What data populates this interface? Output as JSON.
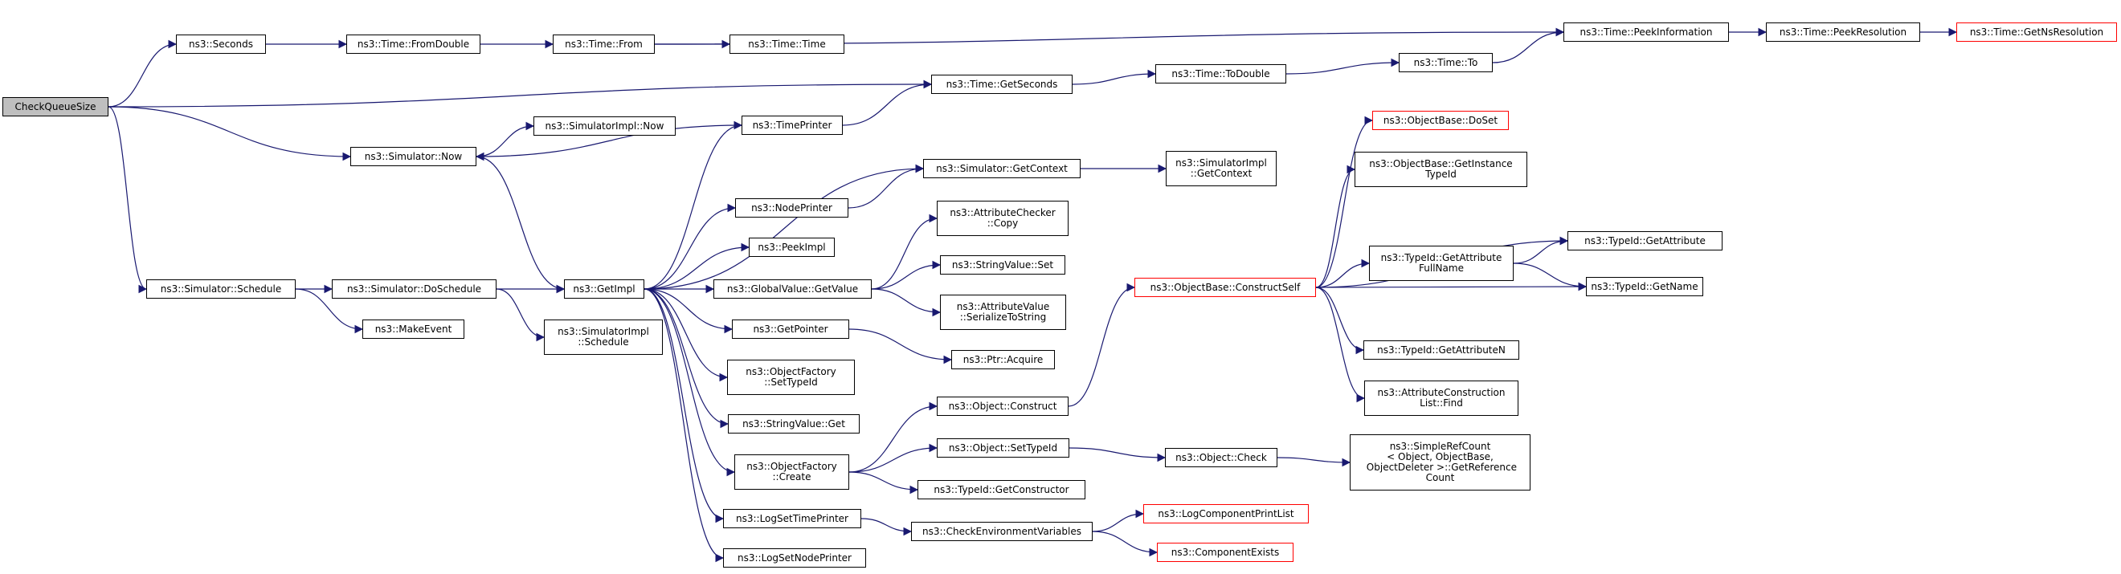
{
  "colors": {
    "edge": "#191970",
    "node_border": "#000000",
    "root_fill": "#bfbfbf",
    "truncated_border": "#ff0000"
  },
  "nodes": {
    "check_queue_size": "CheckQueueSize",
    "seconds": "ns3::Seconds",
    "time_from_double": "ns3::Time::FromDouble",
    "time_from": "ns3::Time::From",
    "time_time": "ns3::Time::Time",
    "time_peek_information": "ns3::Time::PeekInformation",
    "time_peek_resolution": "ns3::Time::PeekResolution",
    "time_get_ns_resolution": "ns3::Time::GetNsResolution",
    "time_get_seconds": "ns3::Time::GetSeconds",
    "time_to_double": "ns3::Time::ToDouble",
    "time_to": "ns3::Time::To",
    "simulator_now": "ns3::Simulator::Now",
    "simulator_impl_now": "ns3::SimulatorImpl::Now",
    "time_printer": "ns3::TimePrinter",
    "simulator_get_context": "ns3::Simulator::GetContext",
    "simulator_impl_get_context": "ns3::SimulatorImpl\n::GetContext",
    "node_printer": "ns3::NodePrinter",
    "peek_impl": "ns3::PeekImpl",
    "attribute_checker_copy": "ns3::AttributeChecker\n::Copy",
    "global_value_get_value": "ns3::GlobalValue::GetValue",
    "string_value_set": "ns3::StringValue::Set",
    "attribute_value_serialize": "ns3::AttributeValue\n::SerializeToString",
    "simulator_schedule": "ns3::Simulator::Schedule",
    "simulator_do_schedule": "ns3::Simulator::DoSchedule",
    "get_impl": "ns3::GetImpl",
    "make_event": "ns3::MakeEvent",
    "simulator_impl_schedule": "ns3::SimulatorImpl\n::Schedule",
    "get_pointer": "ns3::GetPointer",
    "ptr_acquire": "ns3::Ptr::Acquire",
    "object_factory_set_type_id": "ns3::ObjectFactory\n::SetTypeId",
    "string_value_get": "ns3::StringValue::Get",
    "object_construct": "ns3::Object::Construct",
    "object_factory_create": "ns3::ObjectFactory\n::Create",
    "object_set_type_id": "ns3::Object::SetTypeId",
    "type_id_get_constructor": "ns3::TypeId::GetConstructor",
    "object_check": "ns3::Object::Check",
    "simple_ref_count": "ns3::SimpleRefCount\n< Object, ObjectBase,\n ObjectDeleter >::GetReference\nCount",
    "log_set_time_printer": "ns3::LogSetTimePrinter",
    "check_environment_variables": "ns3::CheckEnvironmentVariables",
    "log_component_print_list": "ns3::LogComponentPrintList",
    "component_exists": "ns3::ComponentExists",
    "log_set_node_printer": "ns3::LogSetNodePrinter",
    "object_base_do_set": "ns3::ObjectBase::DoSet",
    "object_base_get_instance_type_id": "ns3::ObjectBase::GetInstance\nTypeId",
    "object_base_construct_self": "ns3::ObjectBase::ConstructSelf",
    "type_id_get_attribute_full_name": "ns3::TypeId::GetAttribute\nFullName",
    "type_id_get_attribute": "ns3::TypeId::GetAttribute",
    "type_id_get_name": "ns3::TypeId::GetName",
    "type_id_get_attribute_n": "ns3::TypeId::GetAttributeN",
    "attribute_construction_list_find": "ns3::AttributeConstruction\nList::Find"
  },
  "edges": [
    [
      "check_queue_size",
      "seconds"
    ],
    [
      "check_queue_size",
      "time_get_seconds"
    ],
    [
      "check_queue_size",
      "simulator_now"
    ],
    [
      "check_queue_size",
      "simulator_schedule"
    ],
    [
      "seconds",
      "time_from_double"
    ],
    [
      "time_from_double",
      "time_from"
    ],
    [
      "time_from",
      "time_time"
    ],
    [
      "time_from",
      "time_peek_information"
    ],
    [
      "time_peek_information",
      "time_peek_resolution"
    ],
    [
      "time_peek_resolution",
      "time_get_ns_resolution"
    ],
    [
      "time_get_seconds",
      "time_to_double"
    ],
    [
      "time_to_double",
      "time_to"
    ],
    [
      "time_to",
      "time_peek_information"
    ],
    [
      "simulator_now",
      "simulator_impl_now"
    ],
    [
      "simulator_now",
      "get_impl"
    ],
    [
      "time_printer",
      "time_get_seconds"
    ],
    [
      "time_printer",
      "simulator_now"
    ],
    [
      "get_impl",
      "time_printer"
    ],
    [
      "get_impl",
      "simulator_get_context"
    ],
    [
      "get_impl",
      "node_printer"
    ],
    [
      "get_impl",
      "peek_impl"
    ],
    [
      "get_impl",
      "global_value_get_value"
    ],
    [
      "get_impl",
      "get_pointer"
    ],
    [
      "get_impl",
      "object_factory_set_type_id"
    ],
    [
      "get_impl",
      "string_value_get"
    ],
    [
      "get_impl",
      "object_factory_create"
    ],
    [
      "get_impl",
      "log_set_time_printer"
    ],
    [
      "get_impl",
      "log_set_node_printer"
    ],
    [
      "simulator_get_context",
      "simulator_impl_get_context"
    ],
    [
      "node_printer",
      "simulator_get_context"
    ],
    [
      "global_value_get_value",
      "attribute_checker_copy"
    ],
    [
      "global_value_get_value",
      "string_value_set"
    ],
    [
      "global_value_get_value",
      "attribute_value_serialize"
    ],
    [
      "simulator_schedule",
      "simulator_do_schedule"
    ],
    [
      "simulator_schedule",
      "make_event"
    ],
    [
      "simulator_do_schedule",
      "get_impl"
    ],
    [
      "simulator_do_schedule",
      "simulator_impl_schedule"
    ],
    [
      "get_pointer",
      "ptr_acquire"
    ],
    [
      "object_factory_create",
      "object_construct"
    ],
    [
      "object_factory_create",
      "object_set_type_id"
    ],
    [
      "object_factory_create",
      "type_id_get_constructor"
    ],
    [
      "object_construct",
      "object_base_construct_self"
    ],
    [
      "object_set_type_id",
      "object_check"
    ],
    [
      "object_check",
      "simple_ref_count"
    ],
    [
      "log_set_time_printer",
      "check_environment_variables"
    ],
    [
      "check_environment_variables",
      "log_component_print_list"
    ],
    [
      "check_environment_variables",
      "component_exists"
    ],
    [
      "object_base_construct_self",
      "object_base_do_set"
    ],
    [
      "object_base_construct_self",
      "object_base_get_instance_type_id"
    ],
    [
      "object_base_construct_self",
      "type_id_get_attribute"
    ],
    [
      "object_base_construct_self",
      "type_id_get_attribute_full_name"
    ],
    [
      "object_base_construct_self",
      "type_id_get_name"
    ],
    [
      "object_base_construct_self",
      "type_id_get_attribute_n"
    ],
    [
      "object_base_construct_self",
      "attribute_construction_list_find"
    ],
    [
      "type_id_get_attribute_full_name",
      "type_id_get_attribute"
    ],
    [
      "type_id_get_attribute_full_name",
      "type_id_get_name"
    ]
  ]
}
